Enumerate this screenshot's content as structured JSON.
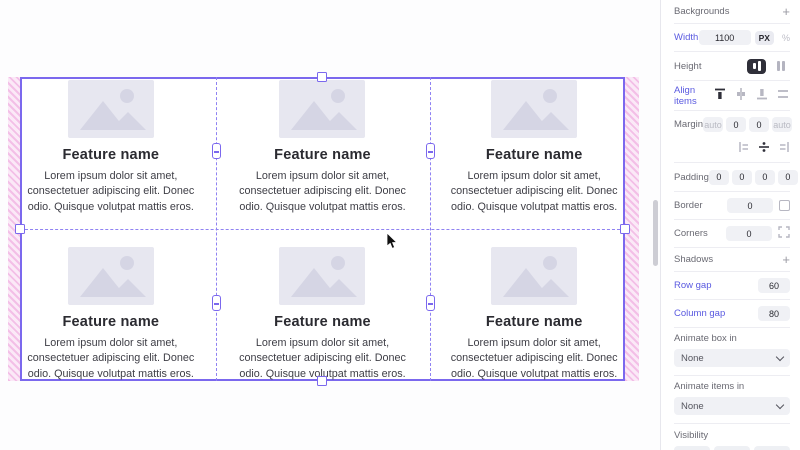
{
  "icons": {
    "plus": "+"
  },
  "canvas": {
    "cards": [
      {
        "title": "Feature name",
        "body_lines": [
          "Lorem ipsum dolor sit amet,",
          "consectetuer adipiscing elit. Donec",
          "odio. Quisque volutpat mattis eros."
        ]
      },
      {
        "title": "Feature name",
        "body_lines": [
          "Lorem ipsum dolor sit amet,",
          "consectetuer adipiscing elit. Donec",
          "odio. Quisque volutpat mattis eros."
        ]
      },
      {
        "title": "Feature name",
        "body_lines": [
          "Lorem ipsum dolor sit amet,",
          "consectetuer adipiscing elit. Donec",
          "odio. Quisque volutpat mattis eros."
        ]
      },
      {
        "title": "Feature name",
        "body_lines": [
          "Lorem ipsum dolor sit amet,",
          "consectetuer adipiscing elit. Donec",
          "odio. Quisque volutpat mattis eros."
        ]
      },
      {
        "title": "Feature name",
        "body_lines": [
          "Lorem ipsum dolor sit amet,",
          "consectetuer adipiscing elit. Donec",
          "odio. Quisque volutpat mattis eros."
        ]
      },
      {
        "title": "Feature name",
        "body_lines": [
          "Lorem ipsum dolor sit amet,",
          "consectetuer adipiscing elit. Donec",
          "odio. Quisque volutpat mattis eros."
        ]
      }
    ]
  },
  "sidebar": {
    "backgrounds": {
      "label": "Backgrounds"
    },
    "width": {
      "label": "Width",
      "value": "1100",
      "unit_px": "PX",
      "unit_pct": "%"
    },
    "height": {
      "label": "Height"
    },
    "align_items": {
      "label": "Align items"
    },
    "margin": {
      "label": "Margin",
      "values": [
        "auto",
        "0",
        "0",
        "auto"
      ]
    },
    "padding": {
      "label": "Padding",
      "values": [
        "0",
        "0",
        "0",
        "0"
      ]
    },
    "border": {
      "label": "Border",
      "value": "0"
    },
    "corners": {
      "label": "Corners",
      "value": "0"
    },
    "shadows": {
      "label": "Shadows"
    },
    "row_gap": {
      "label": "Row gap",
      "value": "60"
    },
    "column_gap": {
      "label": "Column gap",
      "value": "80"
    },
    "animate_box": {
      "label": "Animate box in",
      "value": "None"
    },
    "animate_items": {
      "label": "Animate items in",
      "value": "None"
    },
    "visibility": {
      "label": "Visibility"
    }
  },
  "colors": {
    "accent": "#5a5ae0",
    "selection_border": "#7b68ee",
    "margin_hatch": "#f3bfe7"
  }
}
